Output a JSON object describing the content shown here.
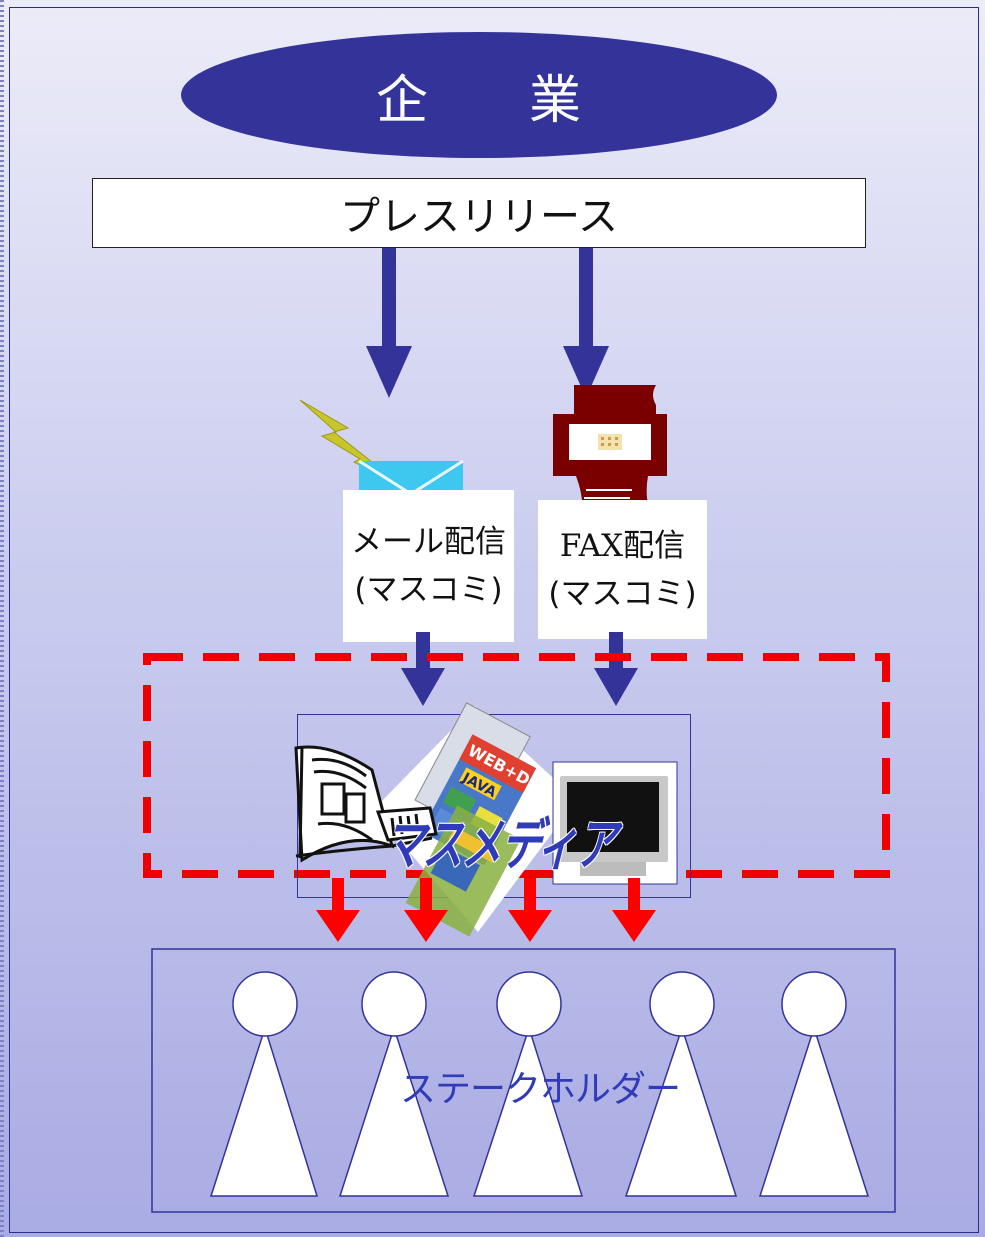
{
  "top_entity": {
    "char1": "企",
    "char2": "業"
  },
  "press_release": {
    "label": "プレスリリース"
  },
  "channels": [
    {
      "line1": "メール配信",
      "line2": "(マスコミ)"
    },
    {
      "line1": "FAX配信",
      "line2": "(マスコミ)"
    }
  ],
  "mass_media": {
    "label": "マスメディア"
  },
  "stakeholders": {
    "label": "ステークホルダー",
    "count": 5
  },
  "colors": {
    "ellipse": "#333399",
    "blue_arrow": "#333399",
    "red_arrow": "#ff0000",
    "dashed_border": "#ee0000",
    "envelope": "#3ec8f0",
    "fax": "#7a0000",
    "lightning": "#c9c62a"
  },
  "icons": [
    "envelope-icon",
    "lightning-icon",
    "fax-machine-icon",
    "newspaper-icon",
    "magazines-icon",
    "television-icon",
    "person-icon"
  ],
  "magazine_cover_text": [
    "WEB+DB",
    "JAVA"
  ]
}
